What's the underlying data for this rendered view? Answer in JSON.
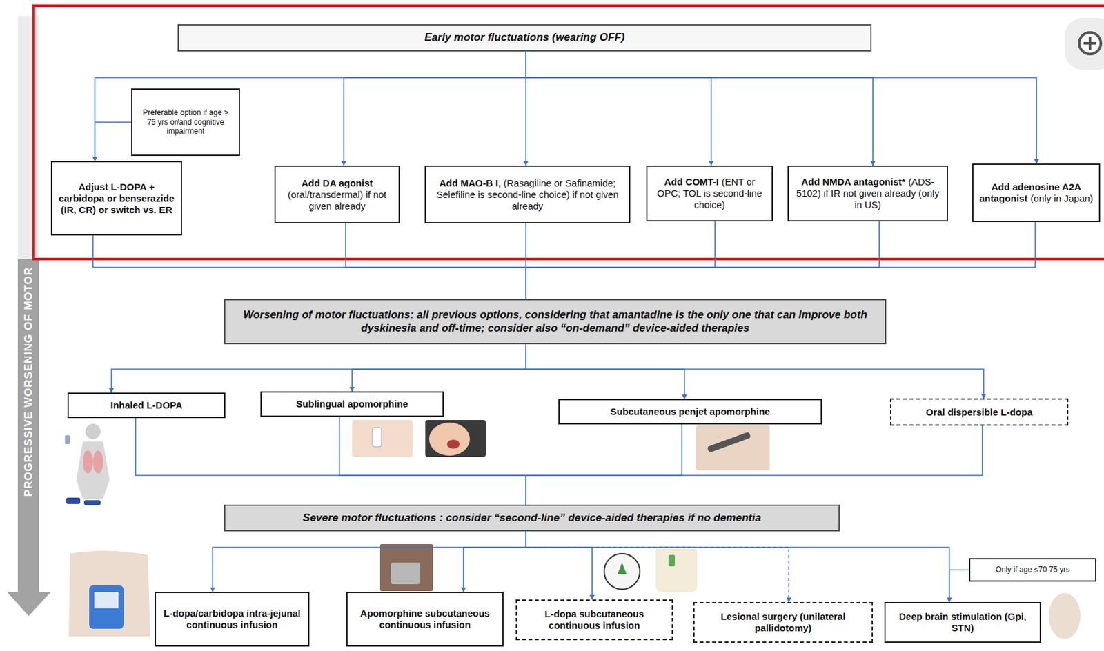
{
  "diagram": {
    "nodes": [
      {
        "text": [
          "Early motor fluctuations (wearing OFF)"
        ]
      },
      {
        "text": [
          "Preferable option if age > 75 yrs or/and cognitive impairment"
        ]
      },
      {
        "text": [
          "Adjust L-DOPA + carbidopa or benserazide (IR, CR) or switch vs. ER"
        ]
      },
      {
        "text": [
          "Add DA agonist",
          "(oral/transdermal) if not given already"
        ]
      },
      {
        "text": [
          "Add MAO-B I,",
          "(Rasagiline or Safinamide; Selefiline is second-line choice) if not given already"
        ]
      },
      {
        "text": [
          "Add COMT-I",
          "(ENT or OPC; TOL is second-line choice)"
        ]
      },
      {
        "text": [
          "Add NMDA antagonist*",
          "(ADS-5102) if IR not given already (only in US)"
        ]
      },
      {
        "text": [
          "Add adenosine A2A antagonist",
          "(only in Japan)"
        ]
      },
      {
        "text": [
          "Worsening of motor fluctuations: all previous options, considering that amantadine is the only one that can improve both dyskinesia and off-time; consider also “on-demand” device-aided therapies"
        ]
      },
      {
        "text": [
          "Inhaled L-DOPA"
        ]
      },
      {
        "text": [
          "Sublingual apomorphine"
        ]
      },
      {
        "text": [
          "Subcutaneous penjet apomorphine"
        ]
      },
      {
        "text": [
          "Oral dispersible L-dopa"
        ]
      },
      {
        "text": [
          "Severe motor fluctuations : consider “second-line” device-aided therapies if no dementia"
        ]
      },
      {
        "text": [
          "Only if age ≤70 75 yrs"
        ]
      },
      {
        "text": [
          "L-dopa/carbidopa intra-jejunal continuous infusion"
        ]
      },
      {
        "text": [
          "Apomorphine subcutaneous continuous infusion"
        ]
      },
      {
        "text": [
          "L-dopa subcutaneous continuous infusion"
        ]
      },
      {
        "text": [
          "Lesional surgery (unilateral pallidotomy)"
        ]
      },
      {
        "text": [
          "Deep brain stimulation (Gpi, STN)"
        ]
      }
    ],
    "edges": [
      {
        "from": 0,
        "to": 2,
        "arrow": "to"
      },
      {
        "from": 0,
        "to": 3,
        "arrow": "to"
      },
      {
        "from": 0,
        "to": 4,
        "arrow": "to"
      },
      {
        "from": 0,
        "to": 5,
        "arrow": "to"
      },
      {
        "from": 0,
        "to": 6,
        "arrow": "to"
      },
      {
        "from": 0,
        "to": 7,
        "arrow": "to"
      },
      {
        "from": 1,
        "to": 2,
        "arrow": "to"
      },
      {
        "from": 2,
        "to": 8,
        "arrow": "none"
      },
      {
        "from": 3,
        "to": 8,
        "arrow": "none"
      },
      {
        "from": 4,
        "to": 8,
        "arrow": "none"
      },
      {
        "from": 5,
        "to": 8,
        "arrow": "none"
      },
      {
        "from": 6,
        "to": 8,
        "arrow": "none"
      },
      {
        "from": 7,
        "to": 8,
        "arrow": "none"
      },
      {
        "from": 8,
        "to": 9,
        "arrow": "to"
      },
      {
        "from": 8,
        "to": 10,
        "arrow": "to"
      },
      {
        "from": 8,
        "to": 11,
        "arrow": "to"
      },
      {
        "from": 8,
        "to": 12,
        "arrow": "to"
      },
      {
        "from": 9,
        "to": 13,
        "arrow": "none"
      },
      {
        "from": 10,
        "to": 13,
        "arrow": "none"
      },
      {
        "from": 11,
        "to": 13,
        "arrow": "none"
      },
      {
        "from": 12,
        "to": 13,
        "arrow": "none"
      },
      {
        "from": 13,
        "to": 15,
        "arrow": "to"
      },
      {
        "from": 13,
        "to": 16,
        "arrow": "to"
      },
      {
        "from": 13,
        "to": 17,
        "arrow": "to"
      },
      {
        "from": 13,
        "to": 18,
        "arrow": "to"
      },
      {
        "from": 13,
        "to": 19,
        "arrow": "to"
      },
      {
        "from": 14,
        "to": 19,
        "arrow": "to"
      }
    ],
    "labels": [
      "PROGRESSIVE WORSENING OF MOTOR"
    ]
  }
}
